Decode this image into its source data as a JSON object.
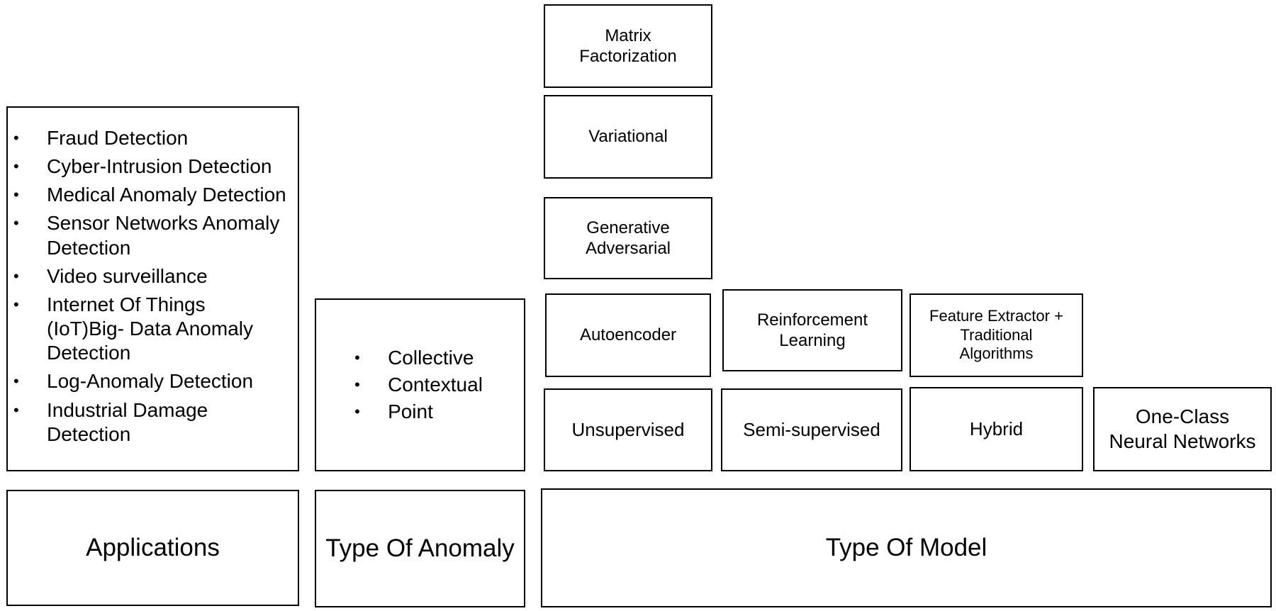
{
  "applications": {
    "title": "Applications",
    "items": [
      "Fraud Detection",
      "Cyber-Intrusion Detection",
      "Medical Anomaly Detection",
      "Sensor Networks Anomaly\nDetection",
      "Video surveillance",
      "Internet Of Things\n(IoT)Big- Data  Anomaly\nDetection",
      "Log-Anomaly Detection",
      "Industrial Damage\nDetection"
    ]
  },
  "anomaly": {
    "title": "Type Of Anomaly",
    "items": [
      "Collective",
      "Contextual",
      "Point"
    ]
  },
  "model": {
    "title": "Type Of Model",
    "categories": {
      "unsupervised": "Unsupervised",
      "semi_supervised": "Semi-supervised",
      "hybrid": "Hybrid",
      "one_class": "One-Class\nNeural Networks"
    },
    "unsupervised_models": {
      "autoencoder": "Autoencoder",
      "generative_adversarial": "Generative\nAdversarial",
      "variational": "Variational",
      "matrix_factorization": "Matrix\nFactorization"
    },
    "semi_supervised_models": {
      "reinforcement_learning": "Reinforcement\nLearning"
    },
    "hybrid_models": {
      "feature_extractor": "Feature Extractor +\nTraditional\nAlgorithms"
    }
  }
}
